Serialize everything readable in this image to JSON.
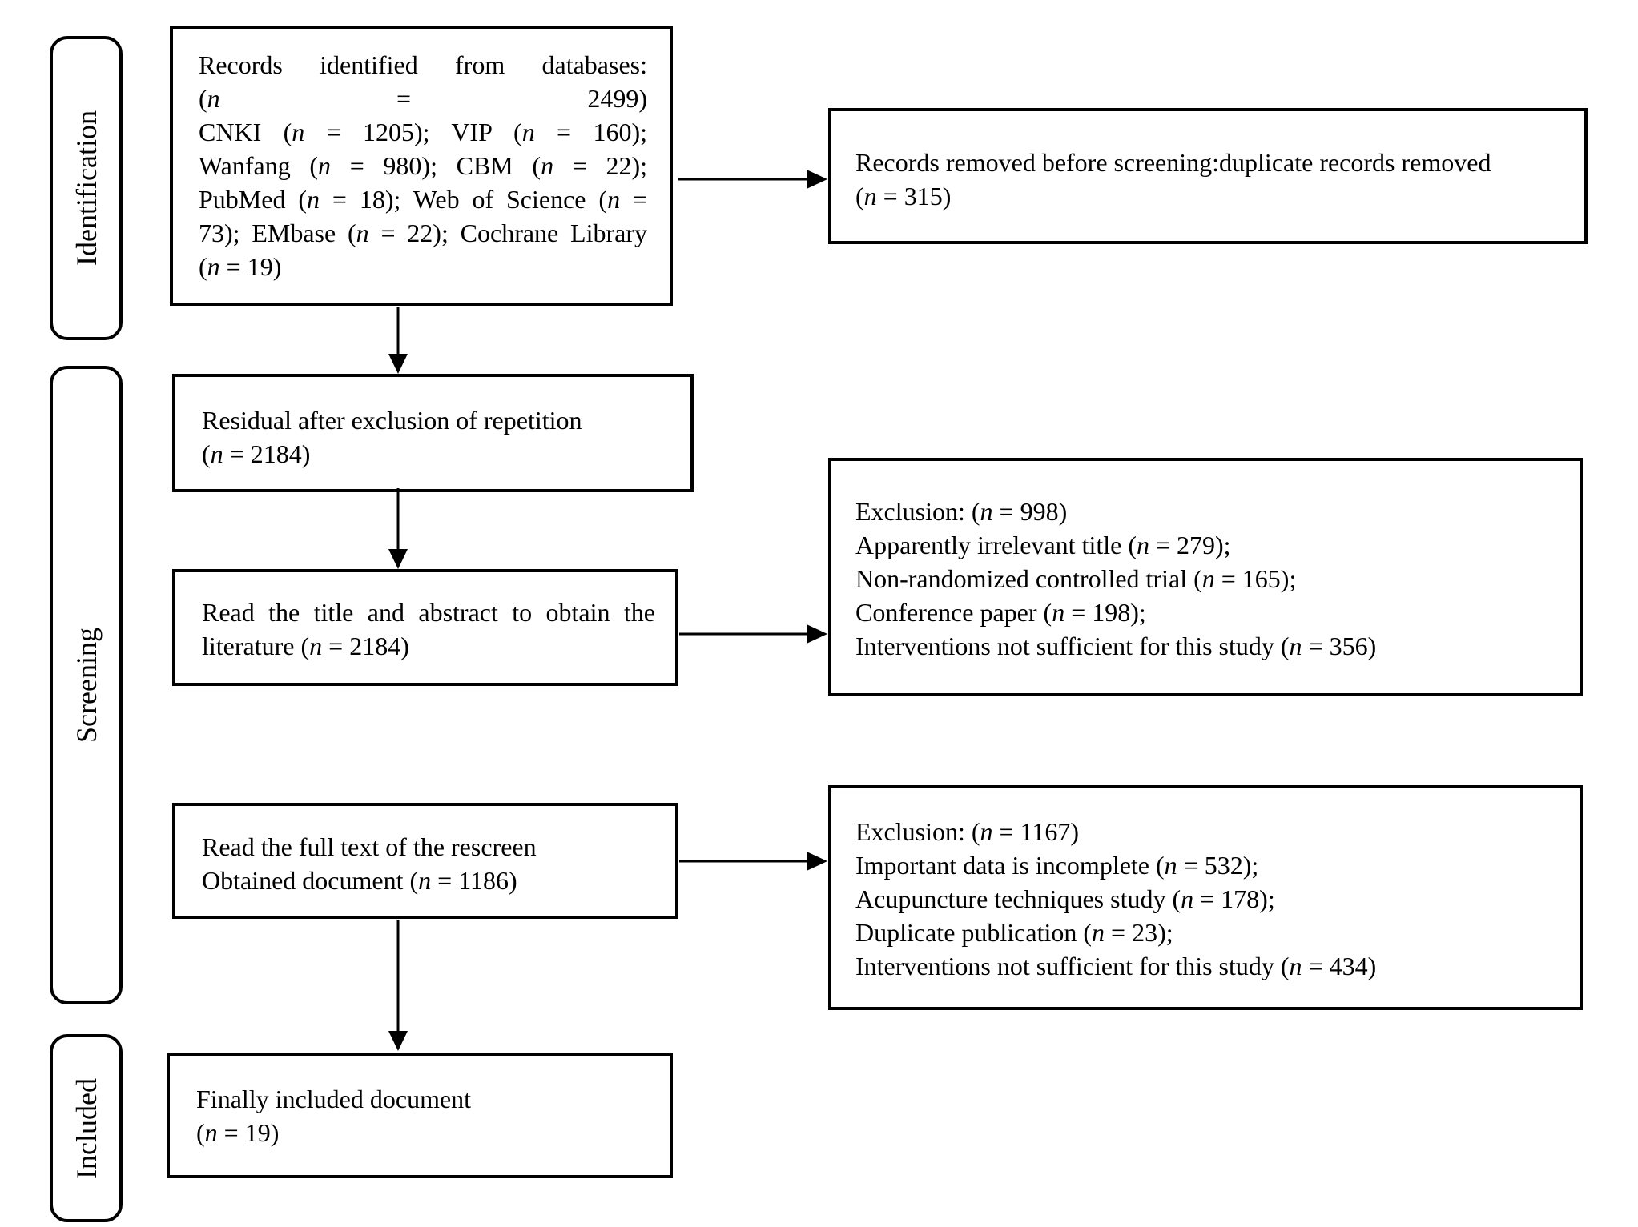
{
  "stages": {
    "identification": "Identification",
    "screening": "Screening",
    "included": "Included"
  },
  "boxes": {
    "records_identified": {
      "lines": [
        [
          "Records identified from databases:"
        ],
        [
          "(",
          {
            "i": "n"
          },
          " = 2499)"
        ],
        [
          "CNKI (",
          {
            "i": "n"
          },
          " = 1205); VIP (",
          {
            "i": "n"
          },
          " = 160);"
        ],
        [
          "Wanfang (",
          {
            "i": "n"
          },
          " = 980); CBM (",
          {
            "i": "n"
          },
          " = 22);"
        ],
        [
          "PubMed (",
          {
            "i": "n"
          },
          " = 18); Web of Science (",
          {
            "i": "n"
          },
          " ="
        ],
        [
          "73); EMbase (",
          {
            "i": "n"
          },
          " = 22); Cochrane Library"
        ],
        [
          "(",
          {
            "i": "n"
          },
          " = 19)"
        ]
      ]
    },
    "records_removed": {
      "lines": [
        [
          "Records removed before screening:duplicate records removed"
        ],
        [
          " (",
          {
            "i": "n"
          },
          " = 315)"
        ]
      ]
    },
    "residual": {
      "lines": [
        [
          "Residual after exclusion of repetition"
        ],
        [
          "(",
          {
            "i": "n"
          },
          " = 2184)"
        ]
      ]
    },
    "title_abstract": {
      "lines": [
        [
          "Read the title and abstract to obtain the"
        ],
        [
          "literature (",
          {
            "i": "n"
          },
          " = 2184)"
        ]
      ]
    },
    "exclusion_1": {
      "lines": [
        [
          "Exclusion: (",
          {
            "i": "n"
          },
          " = 998)"
        ],
        [
          "Apparently irrelevant title (",
          {
            "i": "n"
          },
          " = 279);"
        ],
        [
          "Non-randomized controlled trial (",
          {
            "i": "n"
          },
          " = 165);"
        ],
        [
          "Conference paper (",
          {
            "i": "n"
          },
          " = 198);"
        ],
        [
          "Interventions not sufficient for this study (",
          {
            "i": "n"
          },
          " = 356)"
        ]
      ]
    },
    "full_text": {
      "lines": [
        [
          "Read the full text of the rescreen"
        ],
        [
          "Obtained document (",
          {
            "i": "n"
          },
          " = 1186)"
        ]
      ]
    },
    "exclusion_2": {
      "lines": [
        [
          "Exclusion: (",
          {
            "i": "n"
          },
          " = 1167)"
        ],
        [
          "Important data is incomplete (",
          {
            "i": "n"
          },
          " = 532);"
        ],
        [
          "Acupuncture techniques study (",
          {
            "i": "n"
          },
          " = 178);"
        ],
        [
          "Duplicate publication (",
          {
            "i": "n"
          },
          " = 23);"
        ],
        [
          "Interventions not sufficient for this study (",
          {
            "i": "n"
          },
          " = 434)"
        ]
      ]
    },
    "final": {
      "lines": [
        [
          "Finally included document"
        ],
        [
          "(",
          {
            "i": "n"
          },
          " = 19)"
        ]
      ]
    }
  }
}
